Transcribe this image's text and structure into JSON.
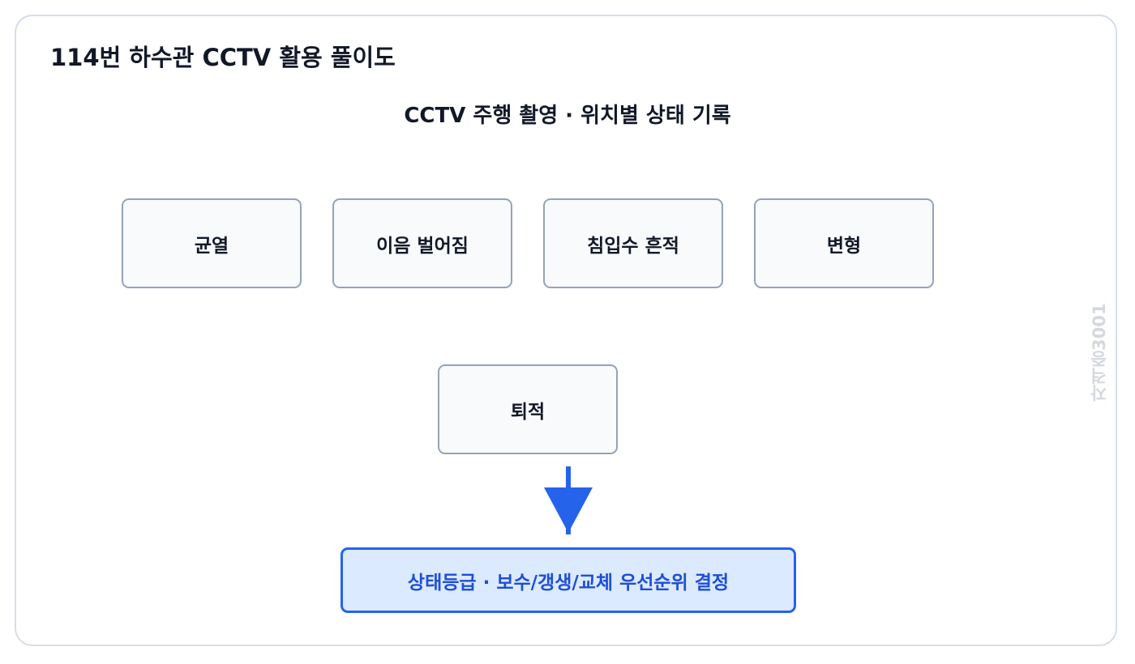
{
  "title": "114번 하수관 CCTV 활용 풀이도",
  "subtitle": "CCTV 주행 촬영 · 위치별 상태 기록",
  "defects": [
    {
      "label": "균열"
    },
    {
      "label": "이음 벌어짐"
    },
    {
      "label": "침입수 흔적"
    },
    {
      "label": "변형"
    },
    {
      "label": "퇴적"
    }
  ],
  "result": {
    "label": "상태등급 · 보수/갱생/교체 우선순위 결정"
  },
  "watermark": "자격증3001",
  "colors": {
    "accent": "#2563eb",
    "result_fill": "#dbeafe",
    "box_border": "#94a3b8",
    "box_fill": "#f8fafc"
  }
}
